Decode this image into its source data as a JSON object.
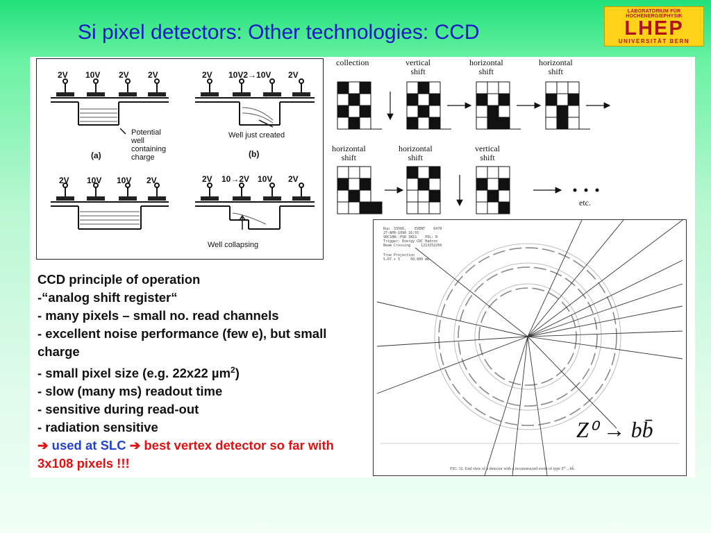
{
  "slide": {
    "title": "Si pixel detectors: Other technologies: CCD",
    "logo": {
      "top_text": "LABORATORIUM FÜR HOCHENERGIEPHYSIK",
      "main_text": "LHEP",
      "bottom_text": "UNIVERSITÄT BERN"
    }
  },
  "potential_diagram": {
    "a_voltages": [
      "2V",
      "10V",
      "2V",
      "2V"
    ],
    "a_annotation": "Potential\nwell\ncontaining\ncharge",
    "a_caption": "(a)",
    "b_voltages": [
      "2V",
      "10V2→10V",
      "2V"
    ],
    "b_annotation": "Well just created",
    "b_caption": "(b)",
    "c_voltages": [
      "2V",
      "10V",
      "10V",
      "2V"
    ],
    "d_voltages": [
      "2V",
      "10→2V",
      "10V",
      "2V"
    ],
    "d_annotation": "Well collapsing"
  },
  "shift_diagram": {
    "row1_labels": [
      "collection",
      "vertical\nshift",
      "horizontal\nshift",
      "horizontal\nshift"
    ],
    "row2_labels": [
      "horizontal\nshift",
      "horizontal\nshift",
      "vertical\nshift"
    ],
    "etc_label": "etc."
  },
  "bullets": [
    "CCD principle of operation",
    "-“analog shift register“",
    "- many pixels – small no. read channels",
    "- excellent noise performance (few e), but small charge",
    "- small pixel size (e.g. 22x22 µm",
    "2",
    ")",
    "- slow (many ms) readout time",
    "- sensitive during read-out",
    "- radiation sensitive"
  ],
  "highlight": {
    "arrow1": "➔",
    "blue_text": " used at SLC ",
    "arrow2": "➔",
    "red_text": " best vertex detector  so far with 3x108 pixels !!!"
  },
  "event_display": {
    "header_text": "Run  33566,    EVENT    6470\n27-APR-1996 16:55\nSRC10N: PSR 1N1S    POL: R\nTrigger: Energy CDC Hadron\nBeam Crossing     1213252256",
    "sub_text": "True Projection\n5.07 + 5     50.000 mm",
    "formula": "Z⁰ → bb̄",
    "caption": "FIG. 32. End view of a detector with a reconstructed event of type Z⁰→bb̄."
  }
}
